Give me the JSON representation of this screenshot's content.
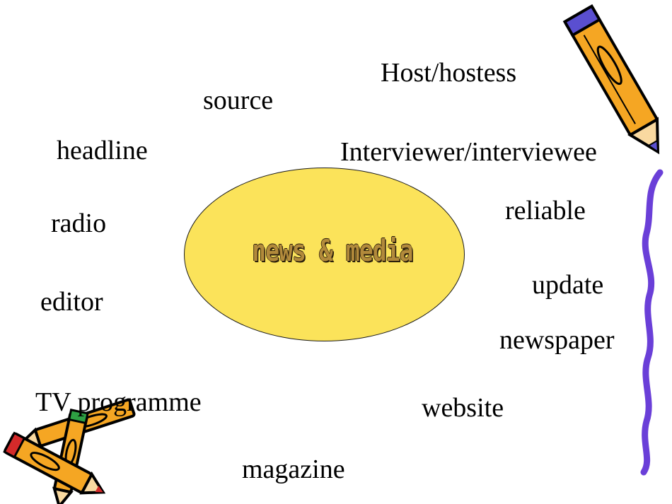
{
  "center": {
    "title": "news & media"
  },
  "words": {
    "host": "Host/hostess",
    "source": "source",
    "headline": "headline",
    "interviewer": "Interviewer/interviewee",
    "reliable": "reliable",
    "radio": "radio",
    "update": "update",
    "editor": "editor",
    "newspaper": "newspaper",
    "tv": "TV programme",
    "website": "website",
    "magazine": "magazine"
  },
  "colors": {
    "ellipse_fill": "#fbe35a",
    "pencil_body": "#f5a623",
    "squiggle": "#6a3fd8"
  },
  "icons": [
    "pencil-icon",
    "crossed-pencils-icon",
    "squiggle-line"
  ]
}
